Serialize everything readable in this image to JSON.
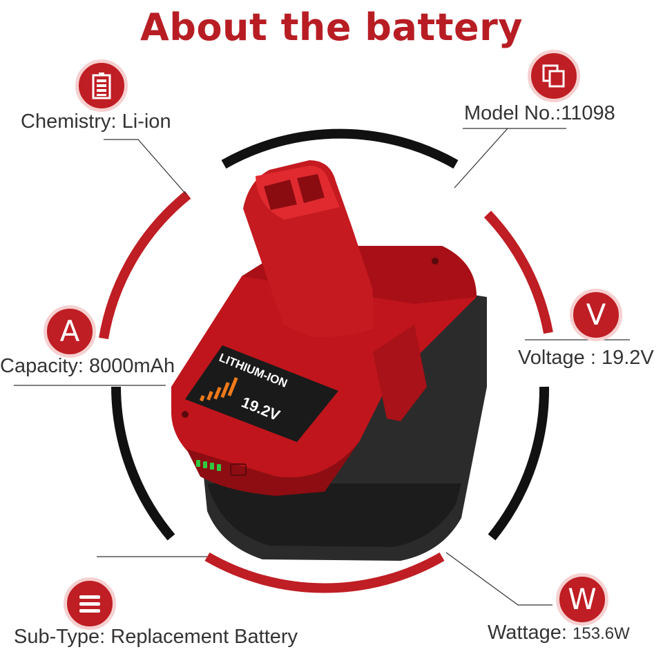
{
  "title": "About the battery",
  "colors": {
    "title": "#b81d24",
    "accent_red": "#bf1e24",
    "ring_black": "#111111",
    "text": "#333333"
  },
  "specs": {
    "chemistry": {
      "label": "Chemistry: ",
      "value": "Li-ion",
      "icon": "battery-icon"
    },
    "model": {
      "label": "Model No.:",
      "value": "11098",
      "icon": "copy-icon"
    },
    "capacity": {
      "label": "Capacity: ",
      "value": "8000mAh",
      "icon": "A"
    },
    "voltage": {
      "label": "Voltage : ",
      "value": "19.2V",
      "icon": "V"
    },
    "subtype": {
      "label": "Sub-Type: ",
      "value": "Replacement Battery",
      "icon": "list-icon"
    },
    "wattage": {
      "label": "Wattage: ",
      "value": "153.6W",
      "icon": "W"
    }
  },
  "battery": {
    "brand_label": "LITHIUM-ION",
    "voltage_label": "19.2V"
  }
}
